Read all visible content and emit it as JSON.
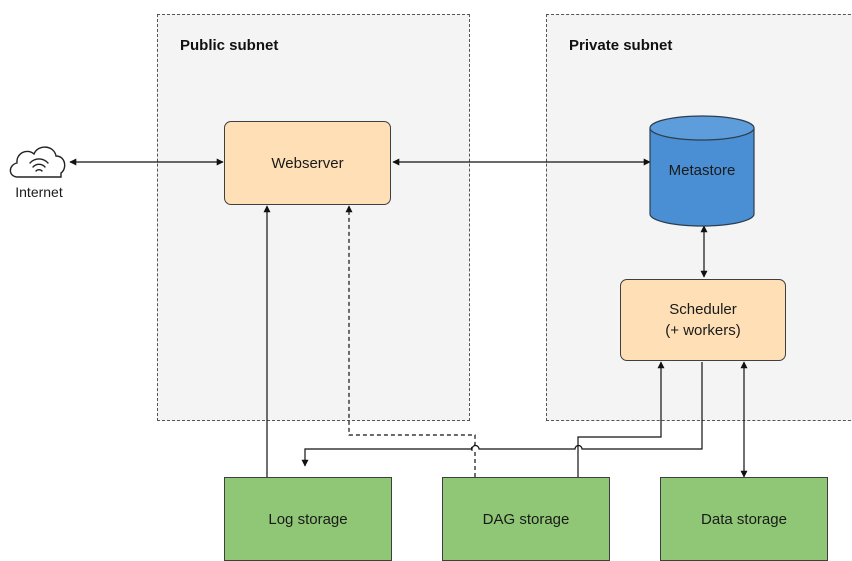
{
  "diagram": {
    "public_subnet": {
      "title": "Public subnet"
    },
    "private_subnet": {
      "title": "Private subnet"
    },
    "internet": {
      "label": "Internet",
      "icon": "wifi-cloud-icon"
    },
    "webserver": {
      "label": "Webserver"
    },
    "metastore": {
      "label": "Metastore",
      "icon": "database-cylinder"
    },
    "scheduler": {
      "line1": "Scheduler",
      "line2": "(+ workers)"
    },
    "log_storage": {
      "label": "Log storage"
    },
    "dag_storage": {
      "label": "DAG storage"
    },
    "data_storage": {
      "label": "Data storage"
    }
  },
  "colors": {
    "component": "#fedfb6",
    "storage": "#8fc776",
    "database": "#4a8fd4",
    "subnet_background": "#f4f4f4"
  }
}
